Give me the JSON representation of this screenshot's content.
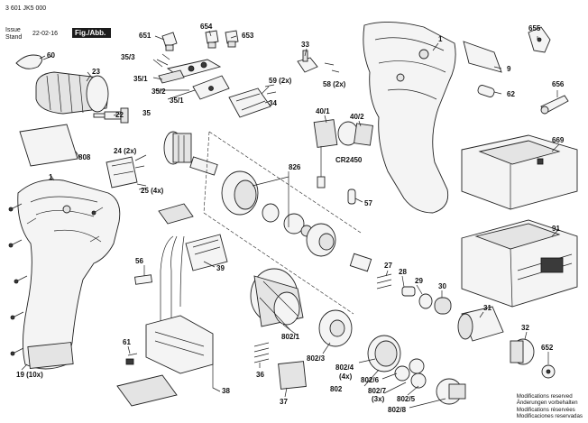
{
  "header": {
    "doc_number": "3 601 JK5 000",
    "issue_label": "Issue",
    "stand_label": "Stand",
    "date": "22-02-16",
    "figure_tag": "Fig./Abb. 1"
  },
  "notes": [
    "Modifications reserved",
    "Änderungen vorbehalten",
    "Modifications réservées",
    "Modificaciones reservadas"
  ],
  "labels": {
    "l60": "60",
    "l23": "23",
    "l22": "22",
    "l808": "808",
    "l1a": "1",
    "l651": "651",
    "l654": "654",
    "l653": "653",
    "l33": "33",
    "l35_3": "35/3",
    "l35_1a": "35/1",
    "l35_2": "35/2",
    "l35_1b": "35/1",
    "l35": "35",
    "l59": "59 (2x)",
    "l58": "58 (2x)",
    "l34": "34",
    "l1b": "1",
    "l655": "655",
    "l9": "9",
    "l62": "62",
    "l656": "656",
    "l669": "669",
    "l40_1": "40/1",
    "l40_2": "40/2",
    "lcr": "CR2450",
    "l24": "24 (2x)",
    "l25": "25 (4x)",
    "l826": "826",
    "l57": "57",
    "l91": "91",
    "l56": "56",
    "l39": "39",
    "l27": "27",
    "l28": "28",
    "l29": "29",
    "l30": "30",
    "l31": "31",
    "l32": "32",
    "l652": "652",
    "l61": "61",
    "l19": "19 (10x)",
    "l36": "36",
    "l37": "37",
    "l38": "38",
    "l802_1": "802/1",
    "l802_3": "802/3",
    "l802_4": "802/4",
    "l4x": "(4x)",
    "l802": "802",
    "l802_6": "802/6",
    "l802_7": "802/7",
    "l3x": "(3x)",
    "l802_5": "802/5",
    "l802_8": "802/8"
  }
}
